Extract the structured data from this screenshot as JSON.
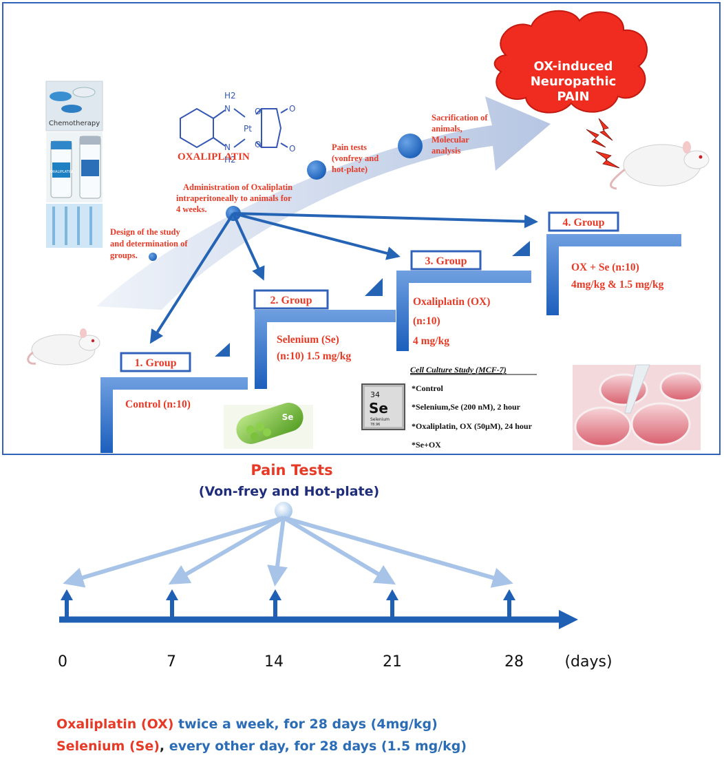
{
  "drug": {
    "name": "OXALIPLATIN",
    "atom_h2_top": "H2",
    "atom_h2_bottom": "H2",
    "atom_n_top": "N",
    "atom_n_bottom": "N",
    "atom_pt": "Pt",
    "atom_o1": "O",
    "atom_o2": "O",
    "atom_o3": "O",
    "atom_o4": "O"
  },
  "photo_labels": {
    "chemo": "Chemotherapy",
    "vial": "OXALIPLATIN",
    "se_capsule": "Se"
  },
  "outcome": {
    "line1": "OX-induced",
    "line2": "Neuropathic",
    "line3": "PAIN"
  },
  "steps": {
    "design": [
      "Design of the study",
      "and determination of",
      "groups."
    ],
    "administration": [
      "Administration of Oxaliplatin",
      "intraperitoneally to animals for",
      "4 weeks."
    ],
    "pain": [
      "Pain tests",
      "(vonfrey and",
      "hot-plate)"
    ],
    "sacrifice": [
      "Sacrification of",
      "animals,",
      "Molecular",
      "analysis"
    ]
  },
  "groups": [
    {
      "label": "1. Group",
      "lines": [
        "Control (n:10)"
      ]
    },
    {
      "label": "2. Group",
      "lines": [
        "Selenium (Se)",
        "(n:10) 1.5 mg/kg"
      ]
    },
    {
      "label": "3. Group",
      "lines": [
        "Oxaliplatin (OX)",
        "(n:10)",
        "4 mg/kg"
      ]
    },
    {
      "label": "4. Group",
      "lines": [
        "OX + Se (n:10)",
        "4mg/kg & 1.5 mg/kg"
      ]
    }
  ],
  "cell_culture": {
    "title": "Cell Culture Study (MCF-7)",
    "items": [
      "*Control",
      "*Selenium,Se (200 nM), 2 hour",
      "*Oxaliplatin, OX (50µM), 24 hour",
      "*Se+OX"
    ]
  },
  "element_tile": {
    "number": "34",
    "symbol": "Se",
    "name": "Selenium",
    "mass": "78.96"
  },
  "timeline": {
    "title": "Pain Tests",
    "subtitle": "(Von-frey and Hot-plate)",
    "days": [
      "0",
      "7",
      "14",
      "21",
      "28"
    ],
    "unit": "(days)"
  },
  "notes": [
    {
      "red": "Oxaliplatin (OX)",
      "blue": " twice a week, for 28 days (4mg/kg)"
    },
    {
      "red": "Selenium (Se)",
      "dark": ",",
      "blue": " every other day, for 28 days   (1.5 mg/kg)"
    }
  ],
  "colors": {
    "red": "#e63a26",
    "blue": "#2b6cb6",
    "navy": "#1f2d7a",
    "frame": "#2f62b8"
  }
}
